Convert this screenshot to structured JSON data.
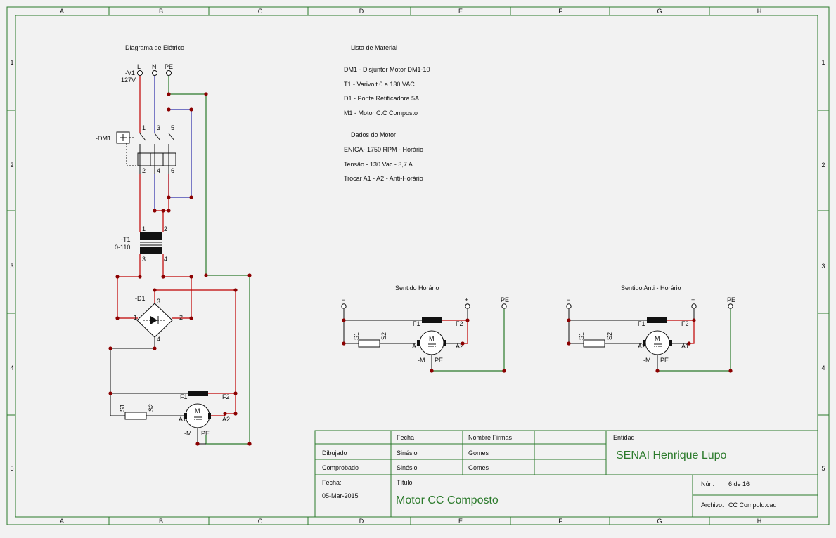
{
  "border": {
    "columns": [
      "A",
      "B",
      "C",
      "D",
      "E",
      "F",
      "G",
      "H"
    ],
    "rows": [
      "1",
      "2",
      "3",
      "4",
      "5"
    ]
  },
  "schematic": {
    "title": "Diagrama de Elétrico",
    "terminals": {
      "v1": "-V1",
      "voltage": "127V",
      "l": "L",
      "n": "N",
      "pe": "PE"
    },
    "breaker": {
      "label": "-DM1",
      "pins_top": [
        "1",
        "3",
        "5"
      ],
      "pins_bottom": [
        "2",
        "4",
        "6"
      ]
    },
    "transformer": {
      "label": "-T1",
      "range": "0-110",
      "pins": [
        "1",
        "2",
        "3",
        "4"
      ]
    },
    "rectifier": {
      "label": "-D1",
      "pins": [
        "1",
        "2",
        "3",
        "4"
      ]
    },
    "motor": {
      "label": "-M",
      "pe": "PE",
      "f1": "F1",
      "f2": "F2",
      "s1": "S1",
      "s2": "S2",
      "a1": "A1",
      "a2": "A2",
      "m": "M"
    }
  },
  "materials": {
    "title": "Lista de Material",
    "items": [
      "DM1 - Disjuntor Motor DM1-10",
      "T1 - Varivolt 0 a 130 VAC",
      "D1 - Ponte Retificadora 5A",
      "M1 - Motor C.C Composto"
    ]
  },
  "motor_data": {
    "title": "Dados do Motor",
    "items": [
      "ENICA- 1750 RPM - Horário",
      "Tensão - 130 Vac - 3,7 A",
      "Trocar A1 - A2 - Anti-Horário"
    ]
  },
  "clockwise": {
    "title": "Sentido Horário",
    "minus": "−",
    "plus": "+",
    "pe": "PE"
  },
  "counter": {
    "title": "Sentido Anti - Horário",
    "minus": "−",
    "plus": "+",
    "pe": "PE"
  },
  "title_block": {
    "fecha_h": "Fecha",
    "nombre_h": "Nombre Firmas",
    "dibujado": "Dibujado",
    "dibujado_fecha": "Sinésio",
    "dibujado_nombre": "Gomes",
    "comprobado": "Comprobado",
    "comprobado_fecha": "Sinésio",
    "comprobado_nombre": "Gomes",
    "fecha_label": "Fecha:",
    "fecha_value": "05-Mar-2015",
    "titulo_label": "Título",
    "titulo_value": "Motor CC Composto",
    "entidad_label": "Entidad",
    "entidad_value": "SENAI Henrique Lupo",
    "num_label": "Nún:",
    "num_value": "6 de 16",
    "archivo_label": "Archivo:",
    "archivo_value": "CC Compold.cad"
  }
}
